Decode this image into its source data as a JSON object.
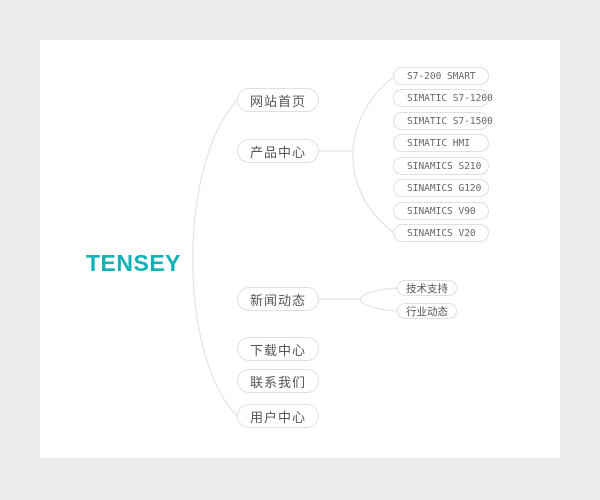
{
  "brand": {
    "name": "TENSEY",
    "color": "#10b2b4"
  },
  "tree": {
    "branches": [
      {
        "label": "网站首页",
        "children": []
      },
      {
        "label": "产品中心",
        "children": [
          "S7-200 SMART",
          "SIMATIC S7-1200",
          "SIMATIC S7-1500",
          "SIMATIC HMI",
          "SINAMICS S210",
          "SINAMICS G120",
          "SINAMICS V90",
          "SINAMICS V20"
        ]
      },
      {
        "label": "新闻动态",
        "children": [
          "技术支持",
          "行业动态"
        ]
      },
      {
        "label": "下载中心",
        "children": []
      },
      {
        "label": "联系我们",
        "children": []
      },
      {
        "label": "用户中心",
        "children": []
      }
    ]
  }
}
